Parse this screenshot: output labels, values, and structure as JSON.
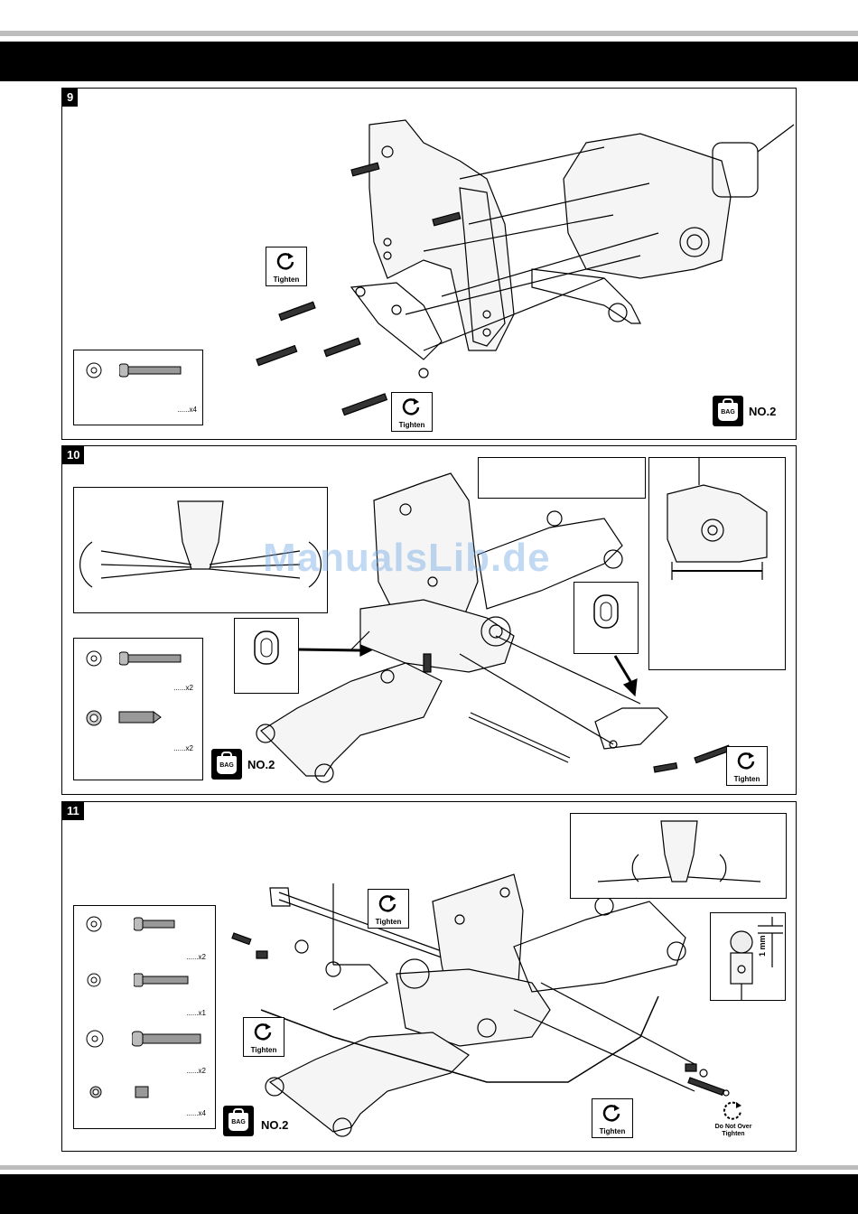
{
  "steps": [
    {
      "number": "9",
      "parts": [
        {
          "qty": "......x4"
        }
      ],
      "tighten_labels": [
        "Tighten",
        "Tighten"
      ],
      "bag": {
        "label": "BAG",
        "number": "NO.2"
      }
    },
    {
      "number": "10",
      "parts": [
        {
          "qty": "......x2"
        },
        {
          "qty": "......x2"
        }
      ],
      "tighten_labels": [
        "Tighten"
      ],
      "bag": {
        "label": "BAG",
        "number": "NO.2"
      },
      "watermark": "ManualsLib.de"
    },
    {
      "number": "11",
      "parts": [
        {
          "qty": "......x2"
        },
        {
          "qty": "......x1"
        },
        {
          "qty": "......x2"
        },
        {
          "qty": "......x4"
        }
      ],
      "tighten_labels": [
        "Tighten",
        "Tighten",
        "Tighten"
      ],
      "do_not_over_tighten": "Do Not Over Tighten",
      "gap_label": "1 mm",
      "bag": {
        "label": "BAG",
        "number": "NO.2"
      }
    }
  ]
}
